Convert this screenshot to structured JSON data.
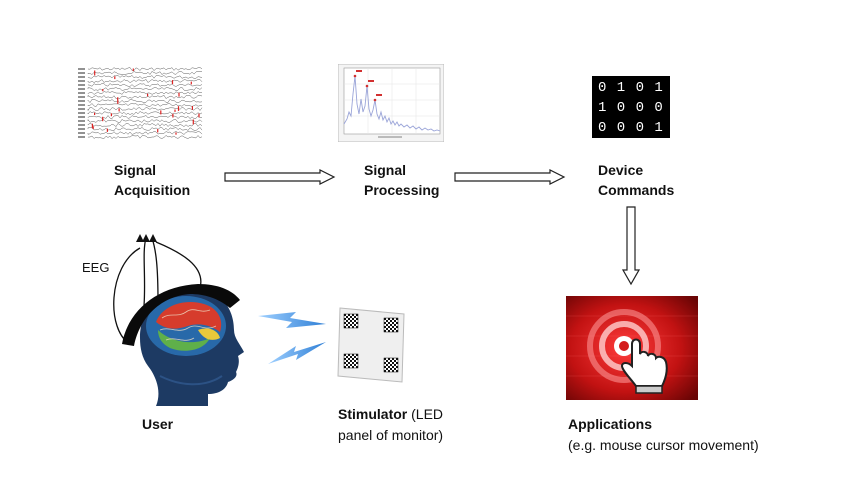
{
  "stages": {
    "acquisition": {
      "line1": "Signal",
      "line2": "Acquisition"
    },
    "processing": {
      "line1": "Signal",
      "line2": "Processing"
    },
    "commands": {
      "line1": "Device",
      "line2": "Commands"
    }
  },
  "binary_rows": [
    "0 1 0 1 …",
    "1 0 0 0 …",
    "0 0 0 1 …"
  ],
  "eeg_label": "EEG",
  "user_label": "User",
  "stimulator": {
    "bold": "Stimulator",
    "rest_line1": " (LED",
    "line2": "panel of monitor)"
  },
  "applications": {
    "title": "Applications",
    "subtitle": "(e.g. mouse cursor movement)"
  }
}
